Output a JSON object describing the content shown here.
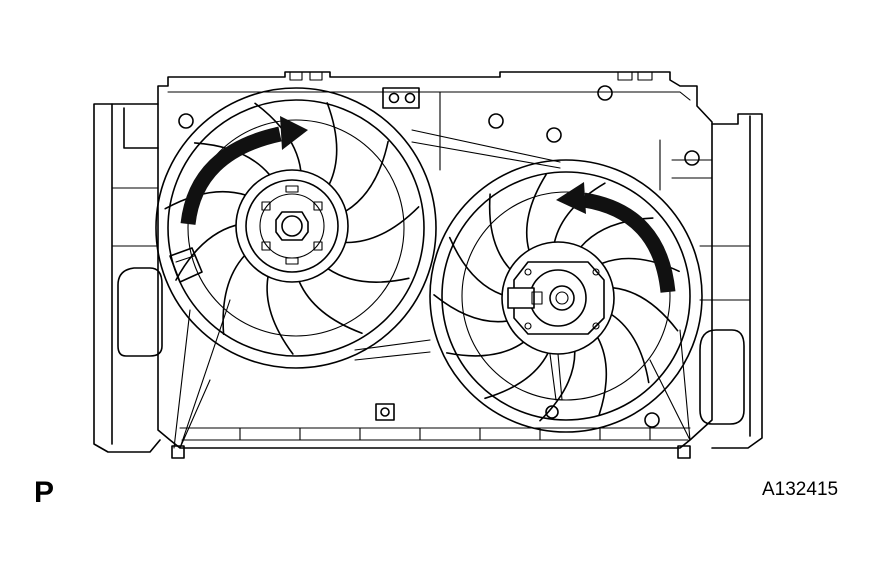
{
  "view_label": "P",
  "figure_id": "A132415",
  "colors": {
    "line": "#000000",
    "background": "#ffffff",
    "arrow": "#111111"
  },
  "icons": [
    "rotation-arrow-clockwise",
    "rotation-arrow-counterclockwise"
  ],
  "fans": [
    {
      "name": "left-fan",
      "rotation": "clockwise",
      "blades": 11
    },
    {
      "name": "right-fan",
      "rotation": "counterclockwise",
      "blades": 13
    }
  ]
}
